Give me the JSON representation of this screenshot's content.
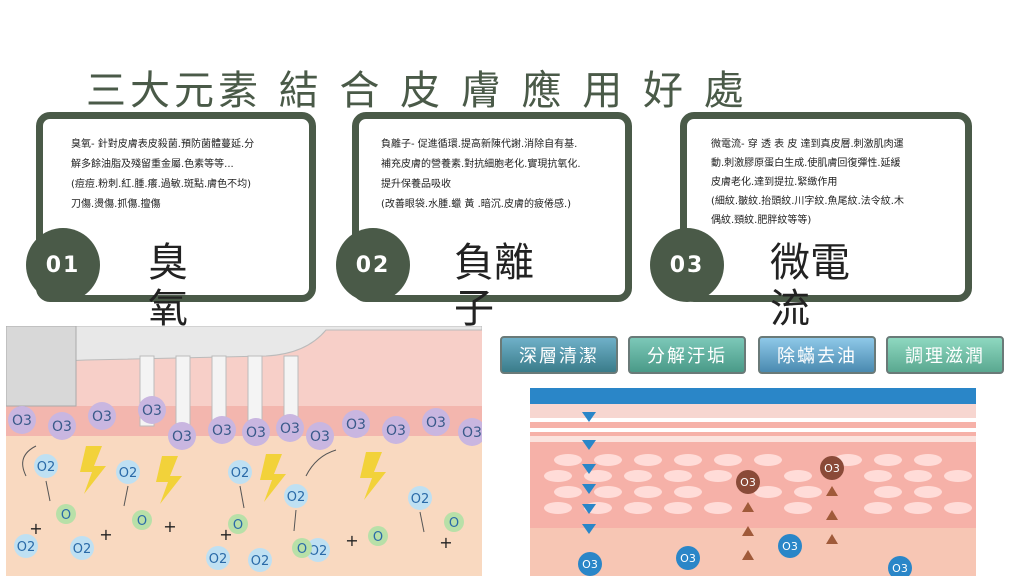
{
  "title": "三大元素 結 合 皮 膚 應 用  好  處",
  "cards": [
    {
      "number": "01",
      "label": "臭氧",
      "lines": [
        "臭氧- 針對皮膚表皮殺菌.預防菌體蔓延.分",
        "解多餘油脂及殘留重金屬.色素等等...",
        "(痘痘.粉刺.紅.腫.癢.過敏.斑點.膚色不均)",
        "刀傷.燙傷.抓傷.擅傷"
      ]
    },
    {
      "number": "02",
      "label": "負離子",
      "lines": [
        "負離子- 促進循環.提高新陳代謝.消除自有基.",
        "補充皮膚的營養素.對抗細胞老化.實現抗氧化.",
        "提升保養品吸收",
        "(改善眼袋.水腫.蠟 黃 .暗沉.皮膚的疲倦感.)"
      ]
    },
    {
      "number": "03",
      "label": "微電流",
      "lines": [
        " 微電流- 穿 透 表 皮 達到真皮層.刺激肌肉運",
        "動.刺激膠原蛋白生成.使肌膚回復彈性.延緩",
        "皮膚老化.達到提拉.緊緻作用",
        "(細紋.皺紋.抬頭紋.川字紋.魚尾紋.法令紋.木",
        "偶紋.頸紋.肥胖紋等等)"
      ]
    }
  ],
  "buttons": [
    "深層清潔",
    "分解汙垢",
    "除蟎去油",
    "調理滋潤"
  ],
  "colors": {
    "dark_green": "#4a5a48",
    "skin_pink": "#f2a6a0",
    "blue": "#2a86c8"
  }
}
